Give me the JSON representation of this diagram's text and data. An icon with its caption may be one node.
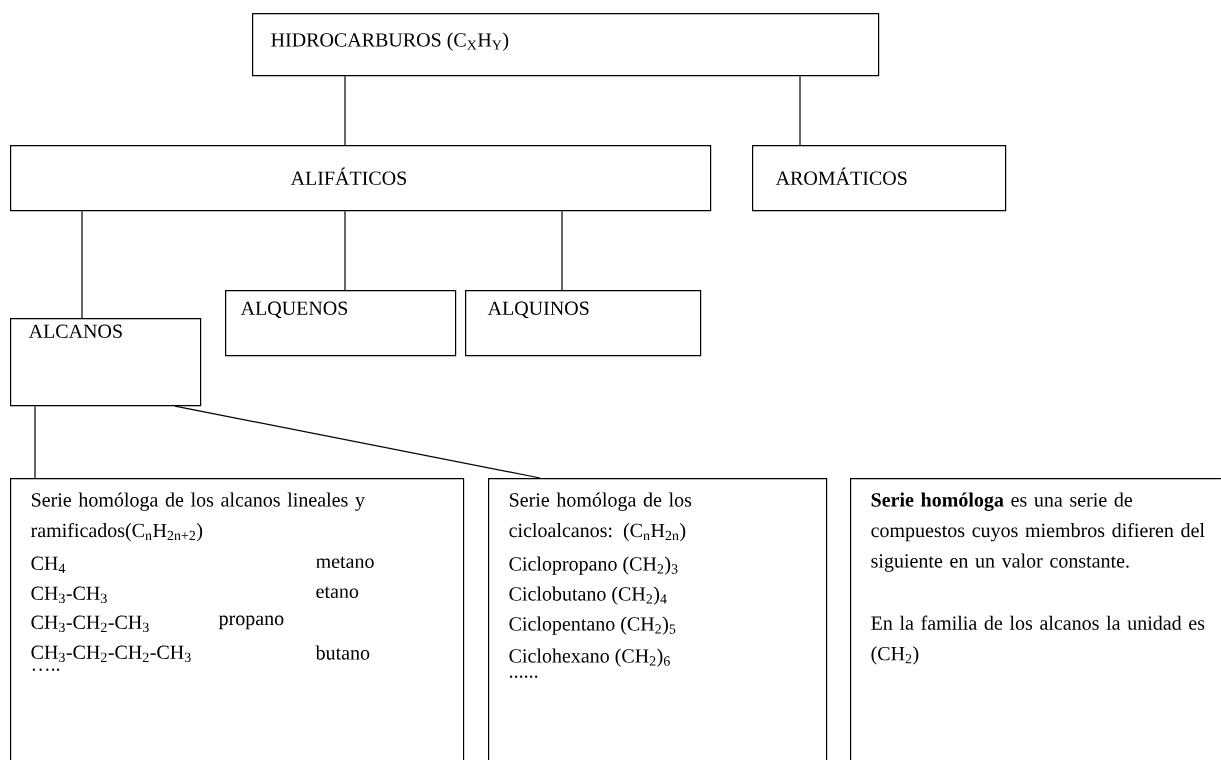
{
  "diagram": {
    "nodes": [
      {
        "text": [
          "HIDROCARBUROS (C$_{X}$H$_{Y}$)"
        ]
      },
      {
        "text": [
          "ALIFÁTICOS"
        ]
      },
      {
        "text": [
          "AROMÁTICOS"
        ]
      },
      {
        "text": [
          "ALQUENOS"
        ]
      },
      {
        "text": [
          "ALQUINOS"
        ]
      },
      {
        "text": [
          "ALCANOS"
        ]
      },
      {
        "text": [
          "Serie homóloga de los alcanos lineales y ramificados(C$_{n}$H$_{2n+2}$)",
          "CH$_{4}$",
          "metano",
          "CH$_{3}$-CH$_{3}$",
          "etano",
          "CH$_{3}$-CH$_{2}$-CH$_{3}$",
          "propano",
          "CH$_{3}$-CH$_{2}$-CH$_{2}$-CH$_{3}$",
          "butano",
          "….."
        ]
      },
      {
        "text": [
          "Serie homóloga de los cicloalcanos: (C$_{n}$H$_{2n}$)",
          "Ciclopropano (CH$_{2}$)$_{3}$",
          "Ciclobutano (CH$_{2}$)$_{4}$",
          "Ciclopentano (CH$_{2}$)$_{5}$",
          "Ciclohexano (CH$_{2}$)$_{6}$",
          "......"
        ]
      },
      {
        "text": [
          "**Serie homóloga** es una serie de compuestos cuyos miembros difieren del siguiente en un valor constante.",
          "En la familia de los alcanos la unidad es (CH$_{2}$)"
        ]
      }
    ],
    "edges": [
      {
        "from": 0,
        "to": 1,
        "arrow": "none"
      },
      {
        "from": 0,
        "to": 2,
        "arrow": "none"
      },
      {
        "from": 1,
        "to": 5,
        "arrow": "none"
      },
      {
        "from": 1,
        "to": 3,
        "arrow": "none"
      },
      {
        "from": 1,
        "to": 4,
        "arrow": "none"
      },
      {
        "from": 5,
        "to": 6,
        "arrow": "none"
      },
      {
        "from": 5,
        "to": 7,
        "arrow": "none"
      }
    ]
  }
}
